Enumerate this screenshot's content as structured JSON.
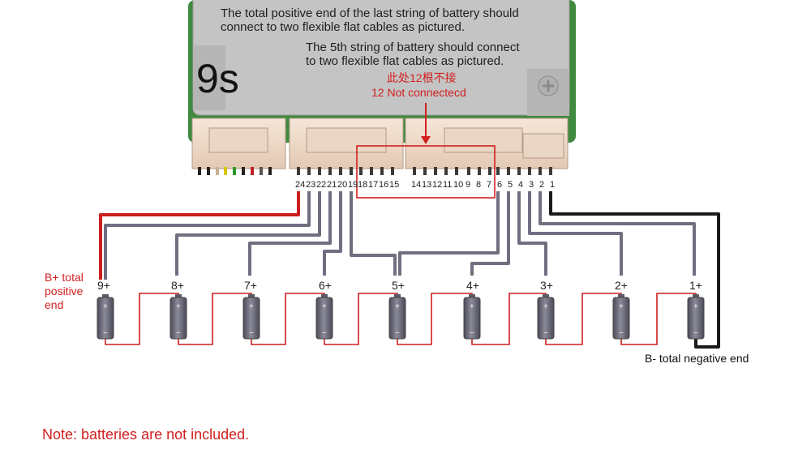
{
  "board": {
    "model_label": "9s",
    "note_top_1": "The total positive end of the last string of battery should",
    "note_top_2": "connect to two flexible flat cables as pictured.",
    "note_mid_1": "The 5th string of battery should connect",
    "note_mid_2": "to two flexible flat cables as pictured.",
    "nc_label_cn": "此处12根不接",
    "nc_label_en": "12 Not connectecd"
  },
  "pins_left": [
    "24",
    "23",
    "22",
    "21",
    "20",
    "19"
  ],
  "pins_nc": [
    "18",
    "17",
    "16",
    "15",
    "14",
    "13",
    "12",
    "11",
    "10",
    "9",
    "8",
    "7"
  ],
  "pins_right": [
    "6",
    "5",
    "4",
    "3",
    "2",
    "1"
  ],
  "batteries": [
    "9+",
    "8+",
    "7+",
    "6+",
    "5+",
    "4+",
    "3+",
    "2+",
    "1+"
  ],
  "labels": {
    "b_plus_1": "B+ total",
    "b_plus_2": "positive",
    "b_plus_3": "end",
    "b_minus": "B- total negative end"
  },
  "footer_note": "Note: batteries are not included.",
  "colors": {
    "red": "#cc1f1f",
    "grey_wire": "#6f6f80",
    "black_wire": "#1a1a1a",
    "board_grey": "#c4c4c4",
    "pcb_green": "#3f8a3f"
  }
}
